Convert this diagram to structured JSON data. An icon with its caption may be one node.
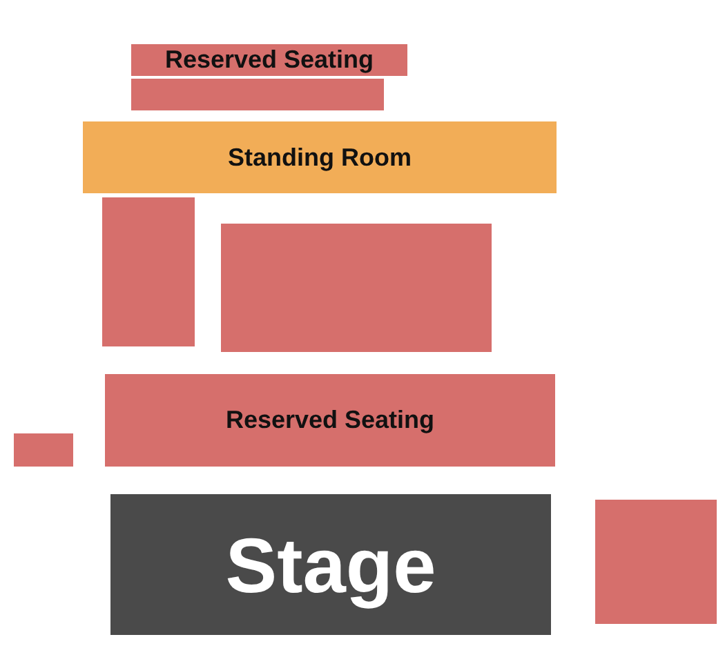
{
  "diagram": {
    "nodes": [
      {
        "text": [
          "Reserved Seating"
        ]
      },
      {
        "text": [],
        "shape": "box"
      },
      {
        "text": [
          "Standing Room"
        ]
      },
      {
        "text": [],
        "shape": "box"
      },
      {
        "text": [],
        "shape": "box"
      },
      {
        "text": [
          "Reserved Seating"
        ]
      },
      {
        "text": [],
        "shape": "box"
      },
      {
        "text": [
          "Stage"
        ]
      },
      {
        "text": [],
        "shape": "box"
      }
    ]
  }
}
